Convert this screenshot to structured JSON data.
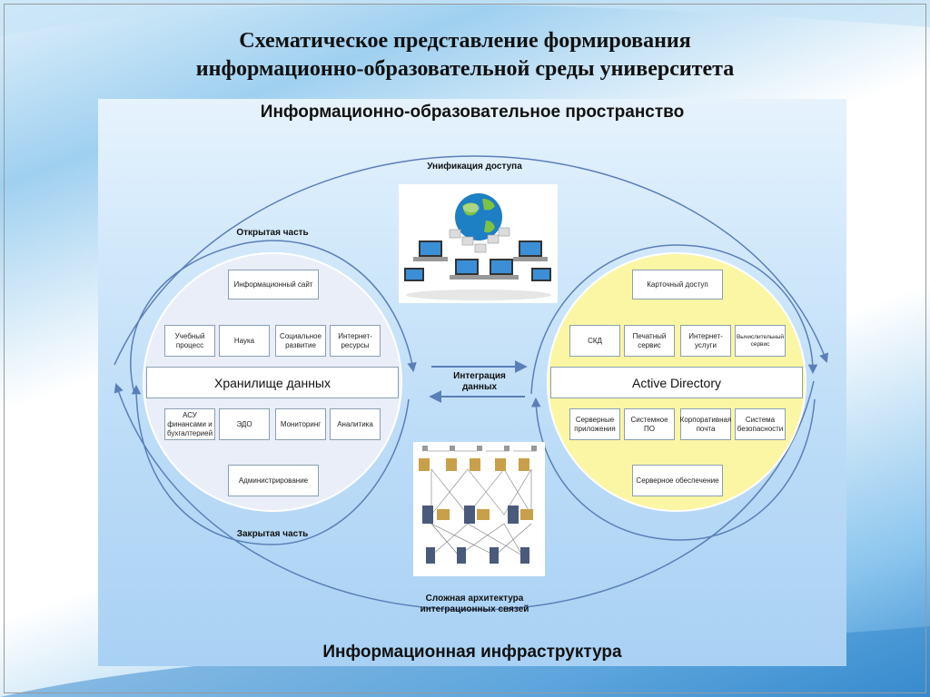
{
  "title": {
    "line1": "Схематическое представление формирования",
    "line2": "информационно-образовательной среды университета"
  },
  "panel": {
    "top_title": "Информационно-образовательное пространство",
    "bottom_title": "Информационная инфраструктура"
  },
  "labels": {
    "access_unification": "Унификация доступа",
    "open_part": "Открытая часть",
    "closed_part": "Закрытая часть",
    "integration_line1": "Интеграция",
    "integration_line2": "данных",
    "architecture_line1": "Сложная архитектура",
    "architecture_line2": "интеграционных связей"
  },
  "left_circle": {
    "top": "Информационный сайт",
    "upper_row": [
      "Учебный процесс",
      "Наука",
      "Социальное развитие",
      "Интернет-ресурсы"
    ],
    "bar": "Хранилище данных",
    "lower_row": [
      "АСУ финансами и бухгалтерией",
      "ЭДО",
      "Мониторинг",
      "Аналитика"
    ],
    "bottom": "Администрирование"
  },
  "right_circle": {
    "top": "Карточный доступ",
    "upper_row": [
      "СКД",
      "Печатный сервис",
      "Интернет-услуги",
      "Вычислительный сервис"
    ],
    "bar": "Active Directory",
    "lower_row": [
      "Серверные приложения",
      "Системное ПО",
      "Корпоративная почта",
      "Система безопасности"
    ],
    "bottom": "Серверное обеспечение"
  },
  "images": {
    "network_icon": "globe-network-icon",
    "architecture_icon": "server-architecture-icon"
  },
  "colors": {
    "panel": "#bcdcf7",
    "left_circle": "#e9eef8",
    "right_circle": "#fbf6a3",
    "arrows": "#5a7fb8"
  }
}
